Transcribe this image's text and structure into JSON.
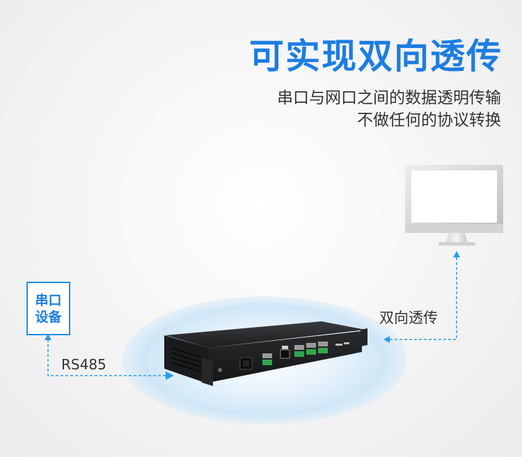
{
  "header": {
    "title": "可实现双向透传",
    "subtitle_line1": "串口与网口之间的数据透明传输",
    "subtitle_line2": "不做任何的协议转换"
  },
  "serial_device": {
    "line1": "串口",
    "line2": "设备"
  },
  "labels": {
    "rs485": "RS485",
    "bidirectional": "双向透传"
  },
  "colors": {
    "accent": "#1d7de0",
    "box_border": "#1d8fe6",
    "connector": "#2a9ae8",
    "glow": "#cfe6f7"
  },
  "icons": [
    "monitor-icon",
    "serial-server-device",
    "arrow-up-icon",
    "arrow-right-icon"
  ]
}
